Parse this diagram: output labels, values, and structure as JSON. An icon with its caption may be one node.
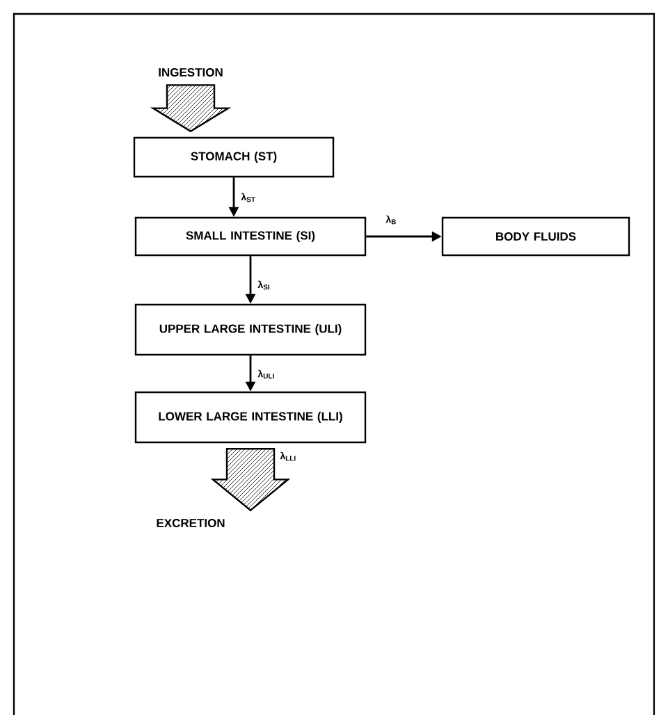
{
  "diagram": {
    "nodes": [
      {
        "text": [
          "INGESTION"
        ]
      },
      {
        "text": [
          "STOMACH (ST)"
        ]
      },
      {
        "text": [
          "SMALL INTESTINE (SI)"
        ]
      },
      {
        "text": [
          "BODY FLUIDS"
        ]
      },
      {
        "text": [
          "UPPER LARGE INTESTINE (ULI)"
        ]
      },
      {
        "text": [
          "LOWER LARGE INTESTINE (LLI)"
        ]
      },
      {
        "text": [
          "EXCRETION"
        ]
      }
    ],
    "edges": [
      {
        "from": 0,
        "to": 1,
        "arrow": "to",
        "style": "thick"
      },
      {
        "from": 1,
        "to": 2,
        "arrow": "to",
        "label": "λ$_{ST}$"
      },
      {
        "from": 2,
        "to": 3,
        "arrow": "to",
        "label": "λ$_{B}$"
      },
      {
        "from": 2,
        "to": 4,
        "arrow": "to",
        "label": "λ$_{SI}$"
      },
      {
        "from": 4,
        "to": 5,
        "arrow": "to",
        "label": "λ$_{ULI}$"
      },
      {
        "from": 5,
        "to": 6,
        "arrow": "to",
        "style": "thick",
        "label": "λ$_{LLI}$"
      }
    ]
  }
}
